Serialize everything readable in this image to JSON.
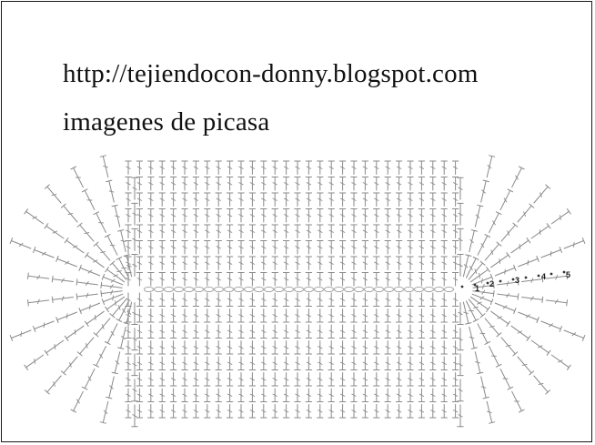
{
  "header": {
    "url": "http://tejiendocon-donny.blogspot.com",
    "subtitle": "imagenes de picasa"
  },
  "diagram": {
    "stitch_color": "#8a8a8a",
    "chain_color": "#9a9a9a",
    "round_labels": [
      "1",
      "2",
      "3",
      "4",
      "5"
    ]
  }
}
